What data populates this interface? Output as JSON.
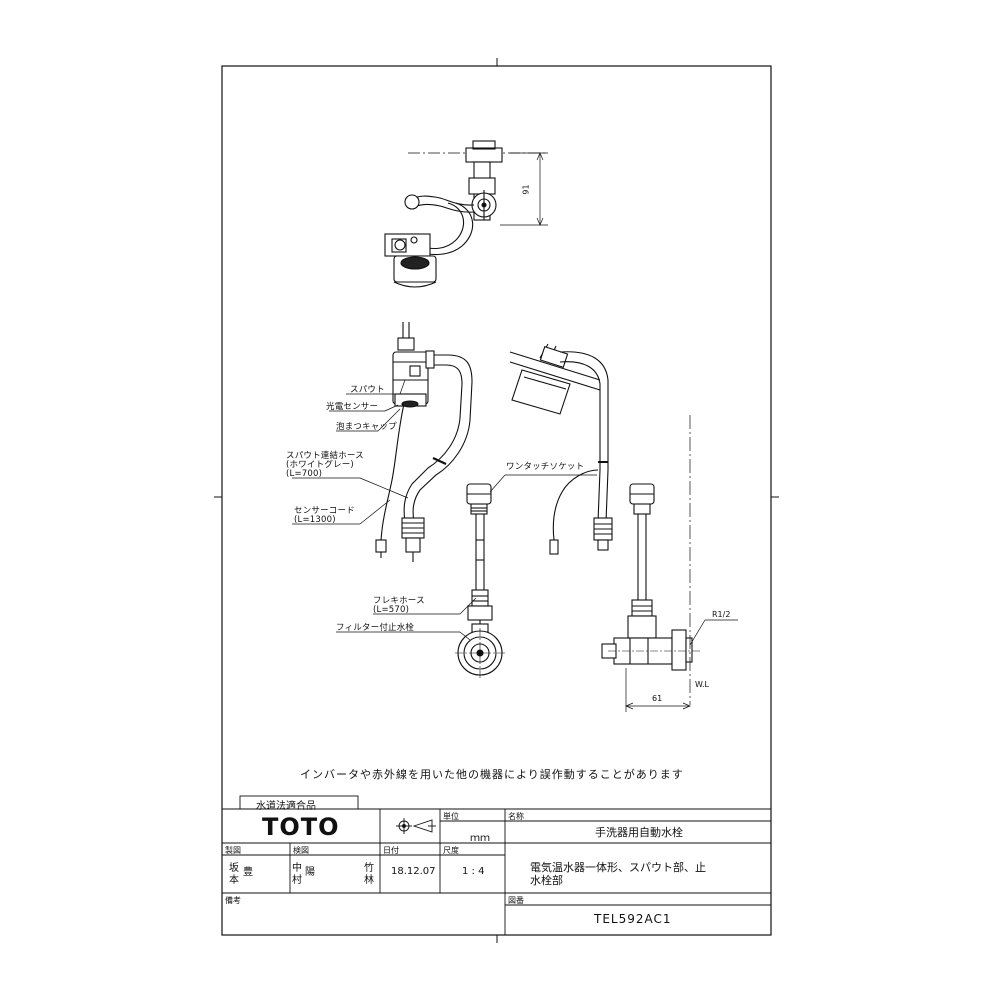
{
  "labels": {
    "spout": "スパウト",
    "sensor": "光電センサー",
    "foam_cap": "泡まつキャップ",
    "hose_line1": "スパウト連結ホース",
    "hose_line2": "(ホワイトグレー)",
    "hose_line3": "(L=700)",
    "cord_line1": "センサーコード",
    "cord_line2": "(L=1300)",
    "socket": "ワンタッチソケット",
    "flex_line1": "フレキホース",
    "flex_line2": "(L=570)",
    "valve": "フィルター付止水栓"
  },
  "dimensions": {
    "height": "91",
    "thread": "R1/2",
    "wall_line": "W.L",
    "offset": "61"
  },
  "note": "インバータや赤外線を用いた他の機器により誤作動することがあります",
  "title_block": {
    "cert": "水道法適合品",
    "brand": "TOTO",
    "unit_header": "単位",
    "unit_value": "ｍｍ",
    "name_header": "名称",
    "name_value": "手洗器用自動水栓",
    "drawn_header": "製図",
    "drawn_value1": "坂",
    "drawn_value2": "本",
    "drawn_stamp": "豊",
    "check_header": "検図",
    "check_value1": "中",
    "check_value2": "村",
    "check_stamp": "陽",
    "check_value3": "竹",
    "check_value4": "林",
    "date_header": "日付",
    "date_value": "18.12.07",
    "scale_header": "尺度",
    "scale_value": "1 : 4",
    "desc_line1": "電気温水器一体形、スパウト部、止",
    "desc_line2": "水栓部",
    "remarks_header": "備考",
    "number_header": "図番",
    "number_value": "TEL592AC1"
  }
}
